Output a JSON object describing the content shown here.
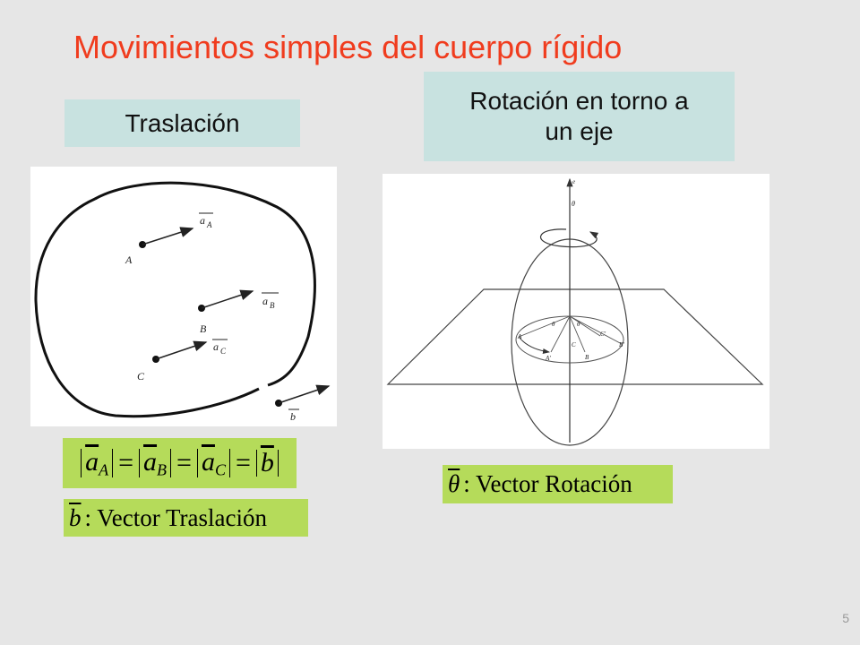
{
  "title": "Movimientos simples del cuerpo rígido",
  "translation": {
    "heading": "Traslación",
    "diagram": {
      "points": [
        "A",
        "B",
        "C"
      ],
      "vector_labels": [
        "a",
        "a",
        "a"
      ],
      "vector_subs": [
        "A",
        "B",
        "C"
      ],
      "b_label": "b"
    },
    "equation": {
      "a": "a",
      "subs": [
        "A",
        "B",
        "C"
      ],
      "b": "b",
      "equals": "="
    },
    "vector_label": {
      "symbol": "b",
      "text": ": Vector Traslación"
    }
  },
  "rotation": {
    "heading_line1": "Rotación en torno a",
    "heading_line2": "un eje",
    "diagram": {
      "axis_label": "e",
      "theta_label": "θ",
      "labels": [
        "θ",
        "θ",
        "A",
        "C",
        "C'",
        "B'",
        "A'",
        "B"
      ]
    },
    "vector_label": {
      "symbol": "θ",
      "text": ": Vector Rotación"
    }
  },
  "colors": {
    "title": "#f03c1e",
    "heading_bg": "#c8e2e0",
    "formula_bg": "#b5db5a",
    "background": "#e6e6e6"
  },
  "page_number": "5"
}
